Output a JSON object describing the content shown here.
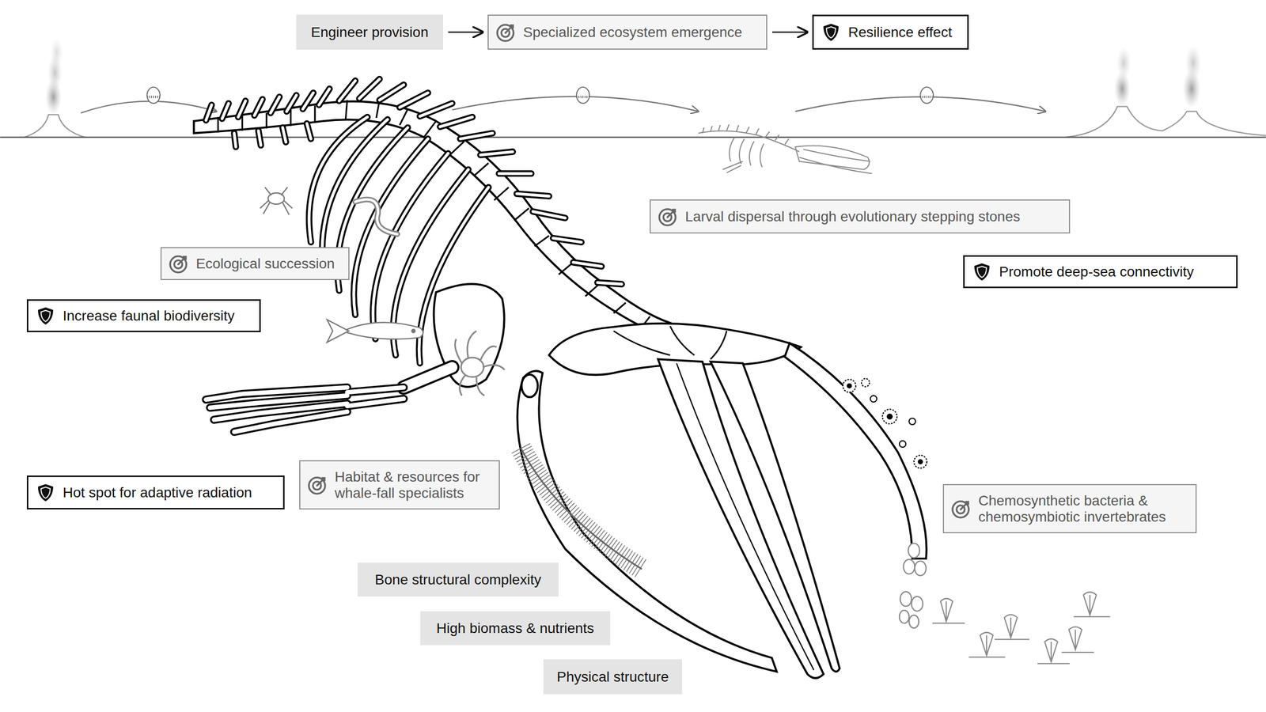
{
  "diagram": {
    "nodes": [
      {
        "text": [
          "Engineer provision"
        ]
      },
      {
        "text": [
          "Specialized ecosystem emergence"
        ]
      },
      {
        "text": [
          "Resilience effect"
        ]
      },
      {
        "text": [
          "Larval dispersal through evolutionary stepping stones"
        ]
      },
      {
        "text": [
          "Ecological succession"
        ]
      },
      {
        "text": [
          "Promote deep-sea connectivity"
        ]
      },
      {
        "text": [
          "Increase faunal biodiversity"
        ]
      },
      {
        "text": [
          "Hot spot for adaptive radiation"
        ]
      },
      {
        "text": [
          "Habitat & resources for whale-fall specialists"
        ]
      },
      {
        "text": [
          "Chemosynthetic bacteria & chemosymbiotic invertebrates"
        ]
      },
      {
        "text": [
          "Bone structural complexity"
        ]
      },
      {
        "text": [
          "High biomass & nutrients"
        ]
      },
      {
        "text": [
          "Physical structure"
        ]
      }
    ],
    "edges": [
      {
        "from": 0,
        "to": 1,
        "arrow": "to"
      },
      {
        "from": 1,
        "to": 2,
        "arrow": "to"
      }
    ]
  }
}
